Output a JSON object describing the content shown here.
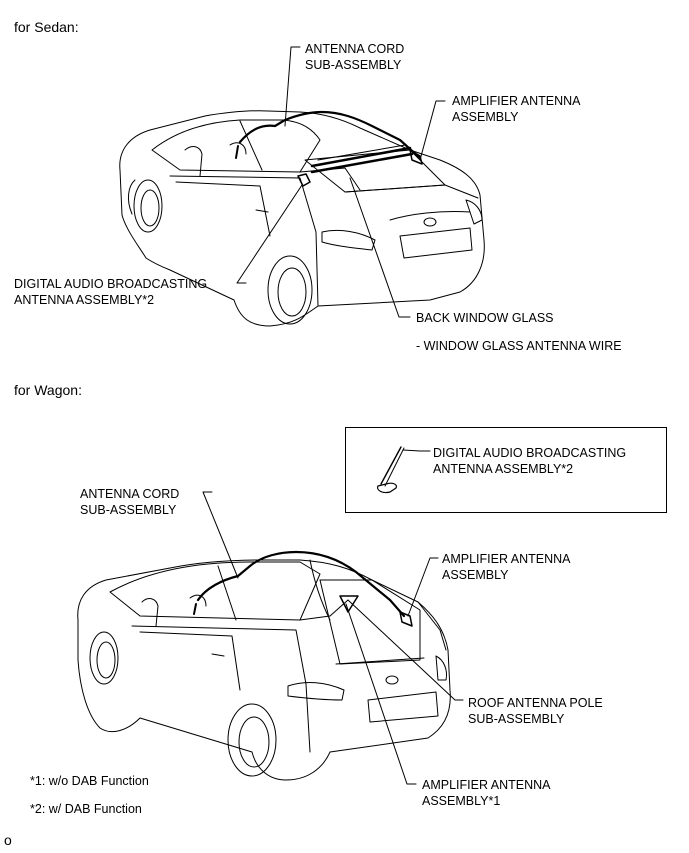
{
  "sedan": {
    "heading": "for Sedan:",
    "labels": {
      "antenna_cord": "ANTENNA CORD\nSUB-ASSEMBLY",
      "amplifier": "AMPLIFIER ANTENNA\nASSEMBLY",
      "dab": "DIGITAL AUDIO BROADCASTING\nANTENNA ASSEMBLY*2",
      "back_window": "BACK WINDOW GLASS",
      "window_wire": "- WINDOW GLASS ANTENNA WIRE"
    }
  },
  "wagon": {
    "heading": "for Wagon:",
    "labels": {
      "inset_dab": "DIGITAL AUDIO BROADCASTING\nANTENNA ASSEMBLY*2",
      "antenna_cord": "ANTENNA CORD\nSUB-ASSEMBLY",
      "amplifier": "AMPLIFIER ANTENNA\nASSEMBLY",
      "roof_pole": "ROOF ANTENNA POLE\nSUB-ASSEMBLY",
      "amplifier_1": "AMPLIFIER ANTENNA\nASSEMBLY*1"
    }
  },
  "footnotes": {
    "note1": "*1: w/o DAB Function",
    "note2": "*2: w/ DAB Function"
  },
  "figure_code": "o"
}
